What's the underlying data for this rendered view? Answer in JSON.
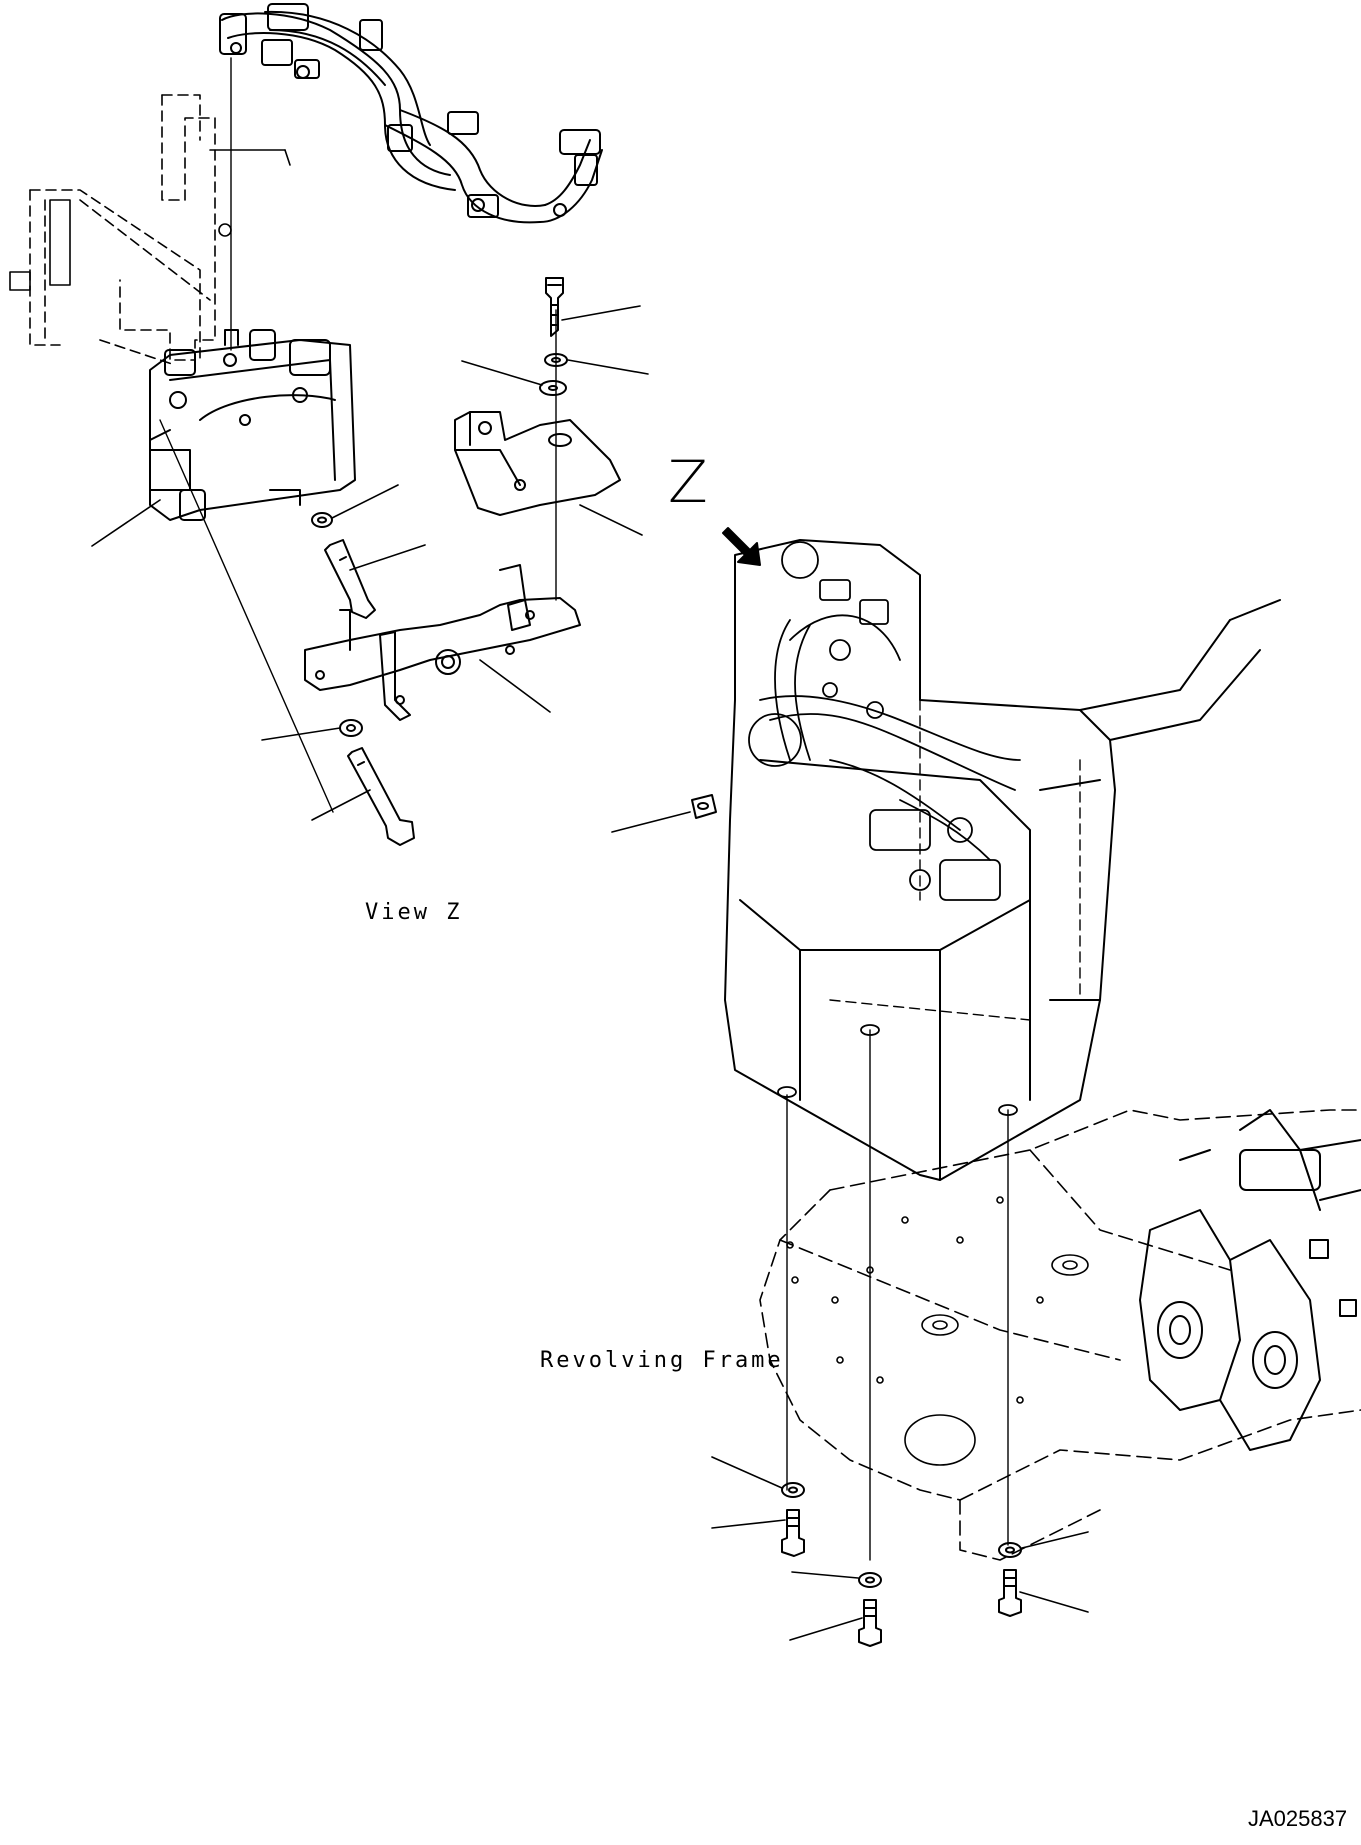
{
  "diagram": {
    "view_label": "View Z",
    "view_letter": "Z",
    "frame_label": "Revolving Frame",
    "ref_code": "JA025837"
  },
  "icons": {
    "view_arrow": "view-direction-arrow-icon"
  }
}
